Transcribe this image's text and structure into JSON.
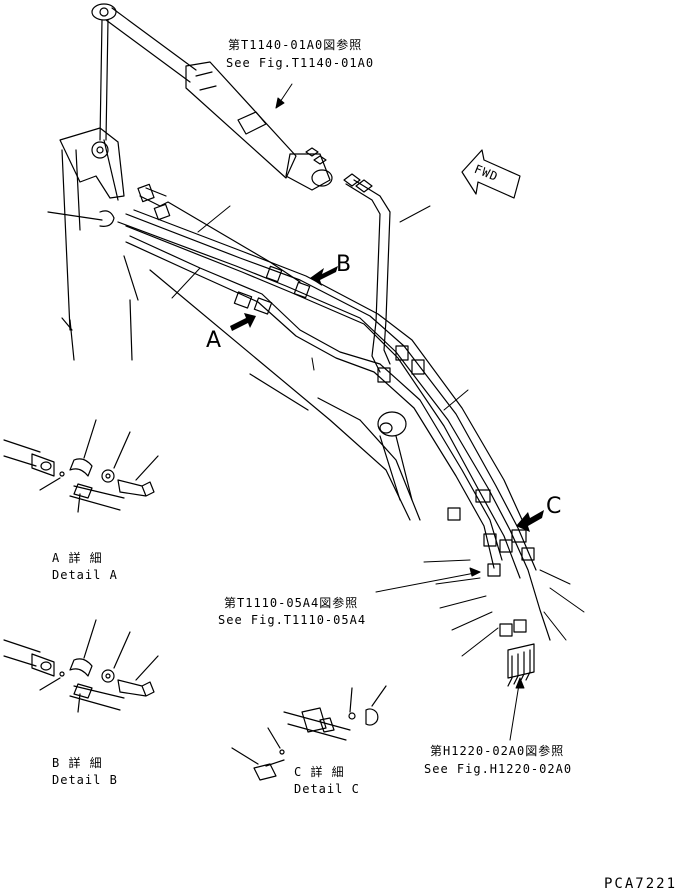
{
  "references": {
    "ref_t1140": {
      "jp": "第T1140-01A0図参照",
      "en": "See Fig.T1140-01A0"
    },
    "ref_t1110": {
      "jp": "第T1110-05A4図参照",
      "en": "See Fig.T1110-05A4"
    },
    "ref_h1220": {
      "jp": "第H1220-02A0図参照",
      "en": "See Fig.H1220-02A0"
    }
  },
  "view_labels": {
    "a": "A",
    "b": "B",
    "c": "C"
  },
  "fwd_label": "FWD",
  "details": {
    "a": {
      "jp": "A 詳 細",
      "en": "Detail A"
    },
    "b": {
      "jp": "B 詳 細",
      "en": "Detail B"
    },
    "c": {
      "jp": "C 詳 細",
      "en": "Detail C"
    }
  },
  "drawing_code": "PCA7221"
}
